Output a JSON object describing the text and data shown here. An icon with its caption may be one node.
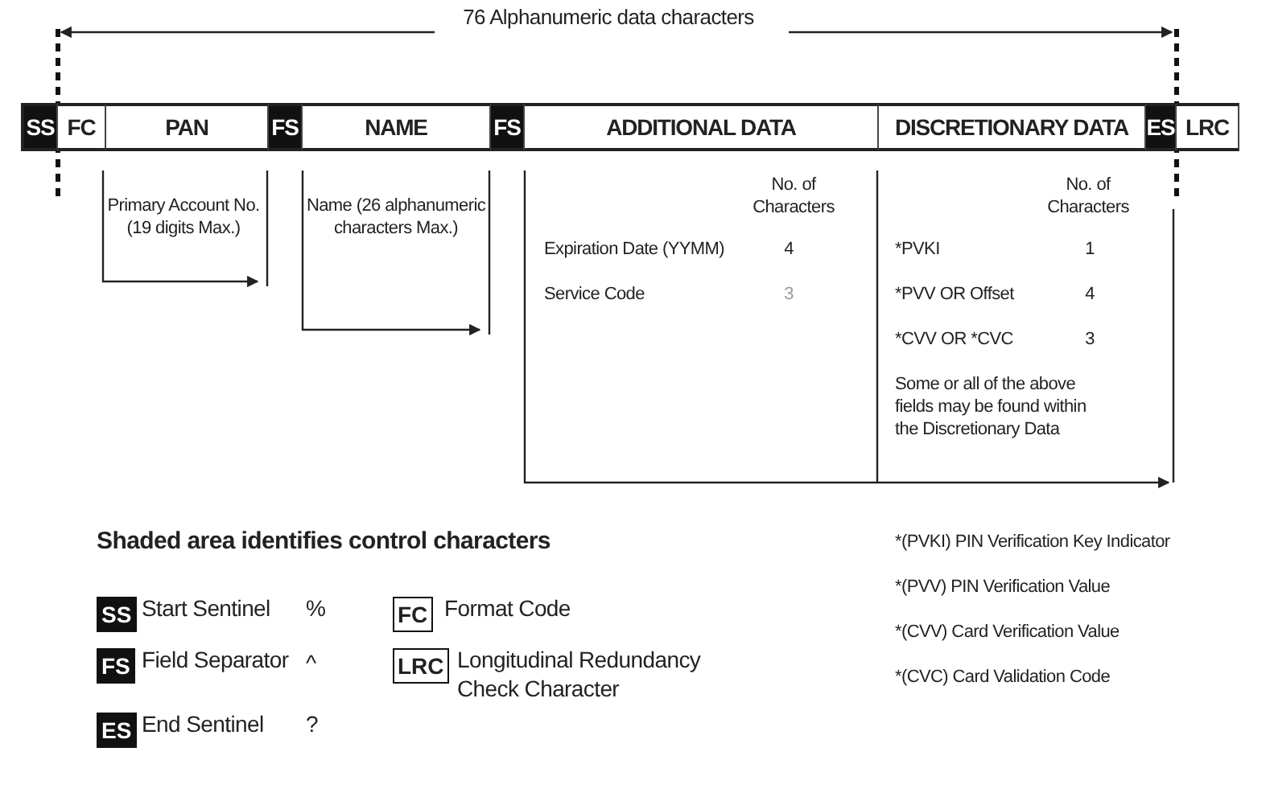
{
  "diagram": {
    "nodes": [
      {
        "text": [
          "SS"
        ]
      },
      {
        "text": [
          "FC"
        ]
      },
      {
        "text": [
          "PAN"
        ]
      },
      {
        "text": [
          "FS"
        ]
      },
      {
        "text": [
          "NAME"
        ]
      },
      {
        "text": [
          "FS"
        ]
      },
      {
        "text": [
          "ADDITIONAL DATA"
        ]
      },
      {
        "text": [
          "DISCRETIONARY DATA"
        ]
      },
      {
        "text": [
          "ES"
        ]
      },
      {
        "text": [
          "LRC"
        ]
      }
    ],
    "labels": [
      "76 Alphanumeric data characters",
      "Primary Account No. (19 digits Max.)",
      "Name (26 alphanumeric characters Max.)",
      "No. of Characters",
      "Expiration Date (YYMM)",
      "4",
      "Service Code",
      "3",
      "No. of Characters",
      "*PVKI",
      "1",
      "*PVV OR Offset",
      "4",
      "*CVV OR *CVC",
      "3",
      "Some or all of the above fields may be found within the Discretionary Data",
      "Shaded area identifies control characters",
      "SS",
      "Start Sentinel",
      "%",
      "FC",
      "Format Code",
      "FS",
      "Field Separator",
      "^",
      "LRC",
      "Longitudinal Redundancy Check Character",
      "ES",
      "End Sentinel",
      "?",
      "*(PVKI) PIN Verification Key Indicator",
      "*(PVV) PIN Verification Value",
      "*(CVV) Card Verification Value",
      "*(CVC) Card Validation Code"
    ]
  }
}
